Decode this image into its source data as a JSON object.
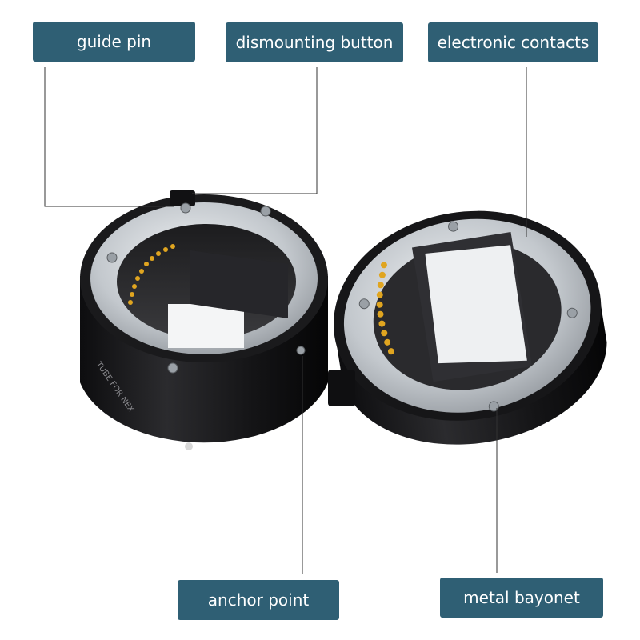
{
  "labels": {
    "guide_pin": "guide pin",
    "dismounting_button": "dismounting button",
    "electronic_contacts": "electronic contacts",
    "anchor_point": "anchor point",
    "metal_bayonet": "metal bayonet"
  },
  "engraving": "TUBE FOR NEX",
  "colors": {
    "callout_bg": "#2f5f74",
    "callout_text": "#ffffff",
    "ring_body": "#1d1d1f",
    "metal": "#c9cdd1",
    "contacts": "#e0a520",
    "leader_line": "#333333"
  }
}
